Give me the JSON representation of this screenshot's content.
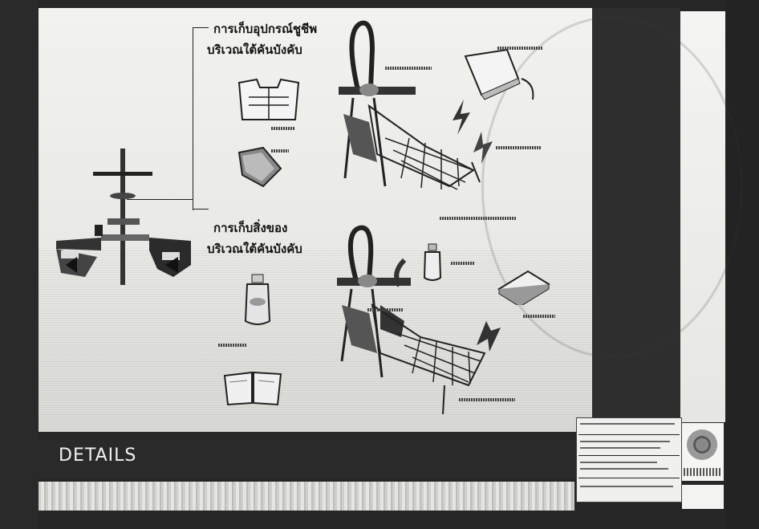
{
  "drawing": {
    "caption_life_vest": "การเก็บอุปกรณ์ชูชีพ\nบริเวณใต้คันบังคับ",
    "caption_life_vest_line1": "การเก็บอุปกรณ์ชูชีพ",
    "caption_life_vest_line2": "บริเวณใต้คันบังคับ",
    "caption_belongings_line1": "การเก็บสิ่งของ",
    "caption_belongings_line2": "บริเวณใต้คันบังคับ"
  },
  "footer": {
    "section_title": "DETAILS"
  }
}
